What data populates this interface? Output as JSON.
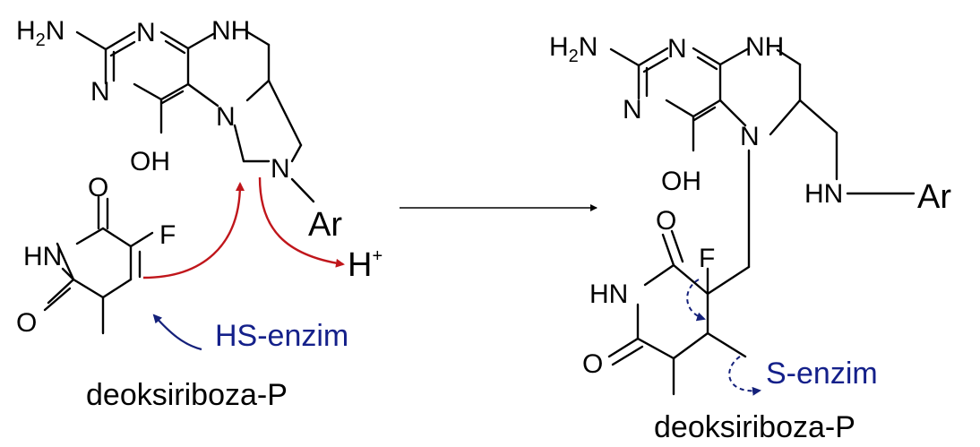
{
  "colors": {
    "bond": "#000000",
    "arrow_red": "#c0161b",
    "arrow_blue": "#14207a",
    "text_blue": "#14208a",
    "reaction_arrow": "#000000"
  },
  "left": {
    "h2n": "H",
    "h2n_sub": "2",
    "h2n_n": "N",
    "n1": "N",
    "n2": "N",
    "nh": "NH",
    "n_ring": "N",
    "n_methyl": "N",
    "oh": "OH",
    "ar": "Ar",
    "o_top": "O",
    "hn": "HN",
    "f": "F",
    "o_bottom": "O",
    "proton": "H",
    "proton_sup": "+",
    "enzyme": "HS-enzim",
    "sugar": "deoksiriboza-P"
  },
  "right": {
    "h2n": "H",
    "h2n_sub": "2",
    "h2n_n": "N",
    "n1": "N",
    "n2": "N",
    "nh": "NH",
    "n_ring": "N",
    "oh": "OH",
    "hn_chain": "HN",
    "ar": "Ar",
    "o_top": "O",
    "hn": "HN",
    "f": "F",
    "o_bottom": "O",
    "enzyme": "S-enzim",
    "sugar": "deoksiriboza-P"
  },
  "icons": {
    "curved_arrow_red": "curved-electron-arrow",
    "curved_arrow_blue": "curved-electron-arrow",
    "reaction_arrow": "right-arrow"
  }
}
